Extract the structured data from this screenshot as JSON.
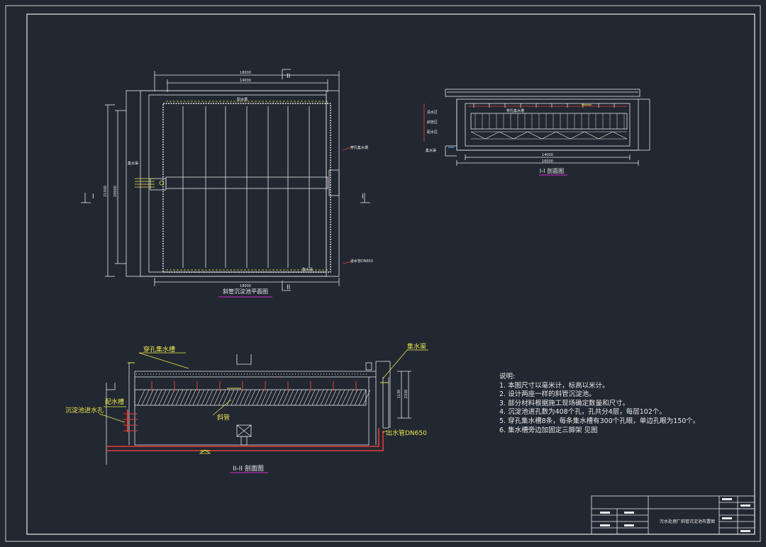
{
  "colors": {
    "background": "#222831",
    "line": "#e8e8e8",
    "red": "#e53b3b",
    "yellow": "#e6e34a",
    "magenta": "#d02ad0",
    "cyan": "#3ec8e8"
  },
  "plan": {
    "title": "斜管沉淀池平面图",
    "dim_top_outer": "18000",
    "dim_top_inner": "14000",
    "dim_bottom": "18000",
    "dim_left_outer": "21300",
    "dim_left_inner": "20000",
    "label_distribution": "配水槽",
    "label_perforated_trough": "穿孔集水槽",
    "label_collection_channel": "集水渠",
    "label_inlet": "进水管DN650",
    "label_collector": "集水渠",
    "section_mark_1": "I",
    "section_mark_2": "II"
  },
  "section_1": {
    "title": "I-I 剖面图",
    "label_clear_zone": "清水区",
    "label_tube_zone": "斜管区",
    "label_distribution_zone": "配水区",
    "label_trough": "穿孔集水槽",
    "label_inlet": "集水渠",
    "dim_inner": "14000",
    "dim_outer": "16000"
  },
  "section_2": {
    "title": "II-II 剖面图",
    "label_perforated_trough": "穿孔集水槽",
    "label_collection_channel": "集水渠",
    "label_distribution_trough": "配水槽",
    "label_inlet_holes": "沉淀池进水孔",
    "label_inclined_tubes": "斜管",
    "label_outlet": "出水管DN650",
    "dim_1": "1130",
    "dim_2": "2330"
  },
  "notes": {
    "heading": "说明:",
    "items": [
      "1. 本图尺寸以毫米计，标高以米计。",
      "2. 设计两座一样的斜管沉淀池。",
      "3. 部分材料根据施工现场确定数量和尺寸。",
      "4. 沉淀池进孔数为408个孔，孔共分4层，每层102个。",
      "5. 穿孔集水槽8条，每条集水槽有300个孔眼，单边孔眼为150个。",
      "6. 集水槽旁边加固定三脚架 见图"
    ]
  },
  "title_block": {
    "drawing_name": "污水处理厂斜管沉淀池布置图"
  }
}
